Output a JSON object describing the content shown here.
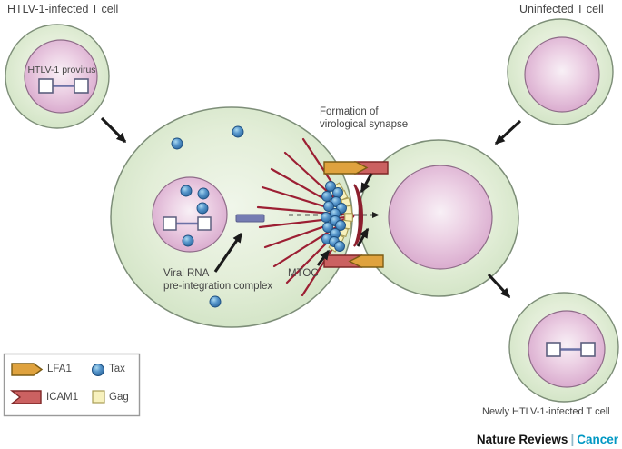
{
  "cells": {
    "top_left": {
      "title": "HTLV-1-infected T cell",
      "provirus_label": "HTLV-1 provirus"
    },
    "top_right": {
      "title": "Uninfected T cell"
    },
    "bottom_right": {
      "title": "Newly HTLV-1-infected T cell"
    }
  },
  "annotations": {
    "synapse": {
      "line1": "Formation of",
      "line2": "virological synapse"
    },
    "viral_rna": {
      "line1": "Viral RNA",
      "line2": "pre-integration complex"
    },
    "mtoc": "MTOC"
  },
  "legend": {
    "items": [
      {
        "id": "lfa1",
        "label": "LFA1",
        "icon": "lfa1-arrow-icon",
        "color": "#dfa23e"
      },
      {
        "id": "tax",
        "label": "Tax",
        "icon": "tax-circle-icon",
        "color": "#4f93c9"
      },
      {
        "id": "icam1",
        "label": "ICAM1",
        "icon": "icam1-notched-bar-icon",
        "color": "#cb6161"
      },
      {
        "id": "gag",
        "label": "Gag",
        "icon": "gag-square-icon",
        "color": "#f7f1bd"
      }
    ]
  },
  "footer": {
    "journal": "Nature Reviews",
    "separator": "|",
    "section": "Cancer"
  },
  "colors": {
    "cell_fill": "#dfecd4",
    "cell_border": "#7d8e78",
    "nucleus_fill": "#e3bcd9",
    "nucleus_border": "#8f6c89",
    "tax_blue": "#4f93c9",
    "gag_yellow": "#f7f1bd",
    "lfa1_orange": "#dfa23e",
    "icam1_red": "#cb6161",
    "microtubule_red": "#9c1f33",
    "provirus_slate": "#6b71a6",
    "arrow_black": "#1a1a1a",
    "journal_accent": "#0098c3"
  }
}
